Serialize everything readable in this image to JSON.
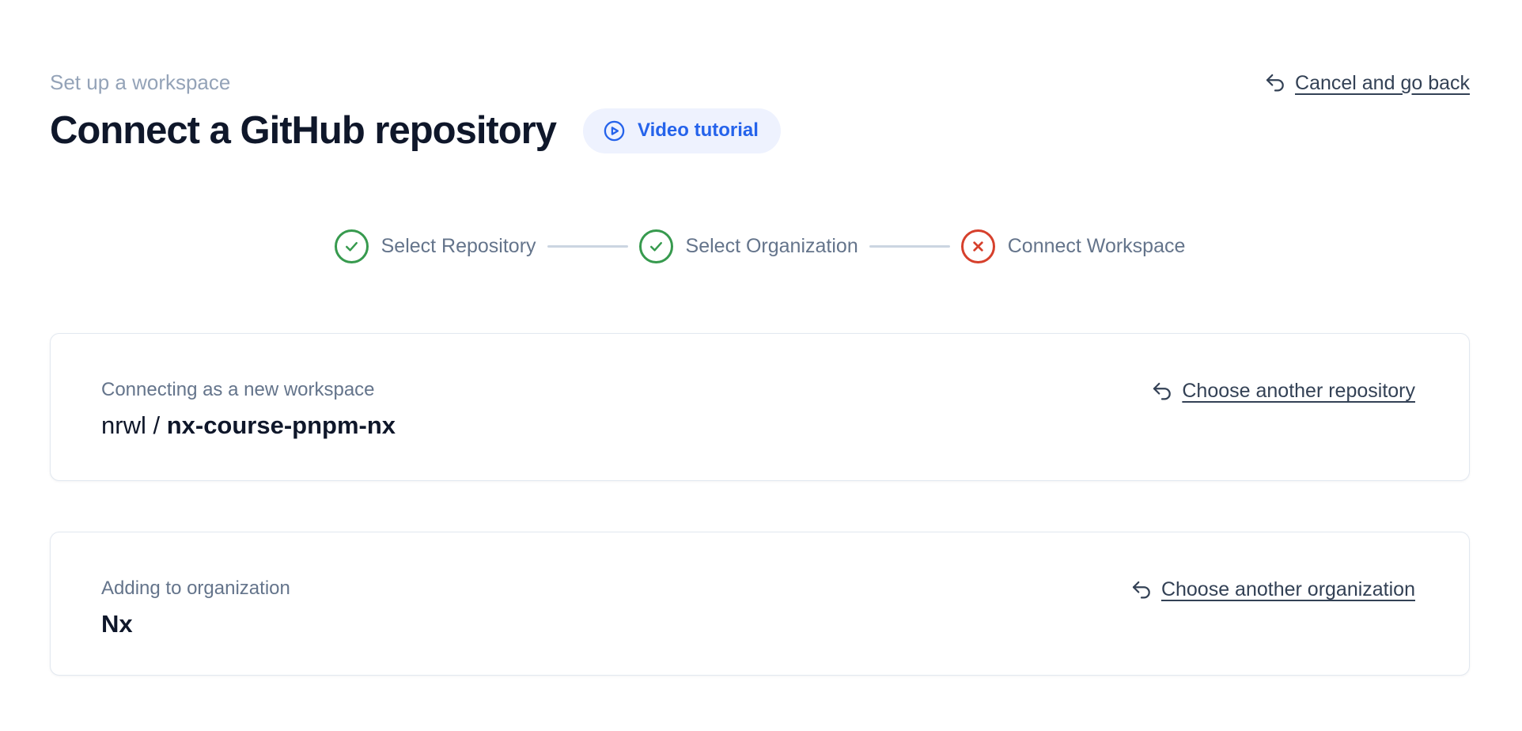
{
  "page": {
    "eyebrow": "Set up a workspace",
    "title": "Connect a GitHub repository",
    "video_tutorial_label": "Video tutorial",
    "cancel_link_label": "Cancel and go back"
  },
  "stepper": {
    "steps": [
      {
        "label": "Select Repository",
        "status": "complete"
      },
      {
        "label": "Select Organization",
        "status": "complete"
      },
      {
        "label": "Connect Workspace",
        "status": "error"
      }
    ]
  },
  "cards": {
    "repository": {
      "caption": "Connecting as a new workspace",
      "owner_prefix": "nrwl / ",
      "repo_name": "nx-course-pnpm-nx",
      "action_label": "Choose another repository"
    },
    "organization": {
      "caption": "Adding to organization",
      "name": "Nx",
      "action_label": "Choose another organization"
    }
  },
  "icons": {
    "play": "play-circle-icon",
    "undo": "undo-arrow-icon",
    "check": "check-circle-icon",
    "error": "x-circle-icon"
  },
  "colors": {
    "accent_blue": "#2563eb",
    "pill_background": "#eef2fe",
    "success_green": "#379a4e",
    "error_red": "#d6402c",
    "muted_text": "#64748b",
    "eyebrow_text": "#94a3b8",
    "dark_text": "#0f172a",
    "link_text": "#334155",
    "connector": "#cbd5e1",
    "card_border": "#e2e8f0"
  }
}
